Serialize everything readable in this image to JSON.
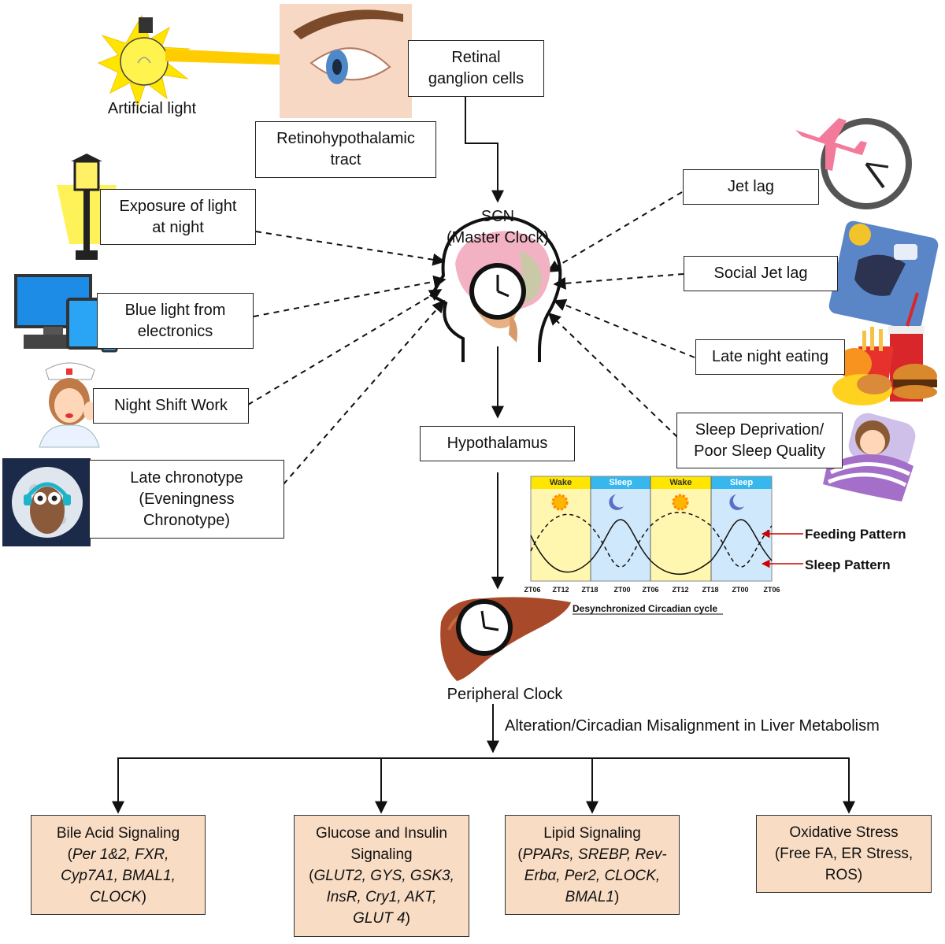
{
  "artificial_light": "Artificial light",
  "retinal": [
    "Retinal",
    "ganglion cells"
  ],
  "rht": [
    "Retinohypothalamic",
    "tract"
  ],
  "scn": [
    "SCN",
    "(Master Clock)"
  ],
  "exposure": [
    "Exposure of light",
    "at night"
  ],
  "blue_light": [
    "Blue light from",
    "electronics"
  ],
  "night_shift": "Night Shift Work",
  "chronotype": [
    "Late chronotype",
    "(Eveningness",
    "Chronotype)"
  ],
  "jet_lag": "Jet lag",
  "social_jet_lag": "Social Jet lag",
  "late_eating": "Late night eating",
  "sleep_dep": [
    "Sleep Deprivation/",
    "Poor Sleep Quality"
  ],
  "hypothalamus": "Hypothalamus",
  "peripheral": "Peripheral Clock",
  "alteration": "Alteration/Circadian Misalignment in Liver Metabolism",
  "cycle": {
    "bands": [
      "Wake",
      "Sleep",
      "Wake",
      "Sleep"
    ],
    "ticks": [
      "ZT06",
      "ZT12",
      "ZT18",
      "ZT00",
      "ZT06",
      "ZT12",
      "ZT18",
      "ZT00",
      "ZT06"
    ],
    "feeding": "Feeding Pattern",
    "sleep": "Sleep Pattern",
    "caption": "Desynchronized Circadian cycle"
  },
  "outputs": {
    "bile": {
      "title": "Bile Acid Signaling",
      "open": "(",
      "genes": [
        "Per 1&2, FXR,",
        "Cyp7A1, BMAL1,",
        "CLOCK"
      ],
      "close": ")"
    },
    "glucose": {
      "title1": "Glucose and Insulin",
      "title2": "Signaling",
      "open": "(",
      "genes": [
        "GLUT2, GYS, GSK3,",
        "InsR, Cry1, AKT,",
        "GLUT 4"
      ],
      "close": ")"
    },
    "lipid": {
      "title": "Lipid Signaling",
      "open": "(",
      "genes": [
        "PPARs, SREBP, Rev-",
        "Erbα, Per2, CLOCK,",
        "BMAL1"
      ],
      "close": ")"
    },
    "oxidative": {
      "lines": [
        "Oxidative Stress",
        "(Free FA, ER Stress,",
        "ROS)"
      ]
    }
  },
  "colors": {
    "output_fill": "#f8dcc4",
    "wake": "#fff7b0",
    "sleep": "#cfe8fb",
    "band_head_wake": "#ffe600",
    "band_head_sleep": "#36b8ee",
    "arrow_red": "#cc0000"
  }
}
